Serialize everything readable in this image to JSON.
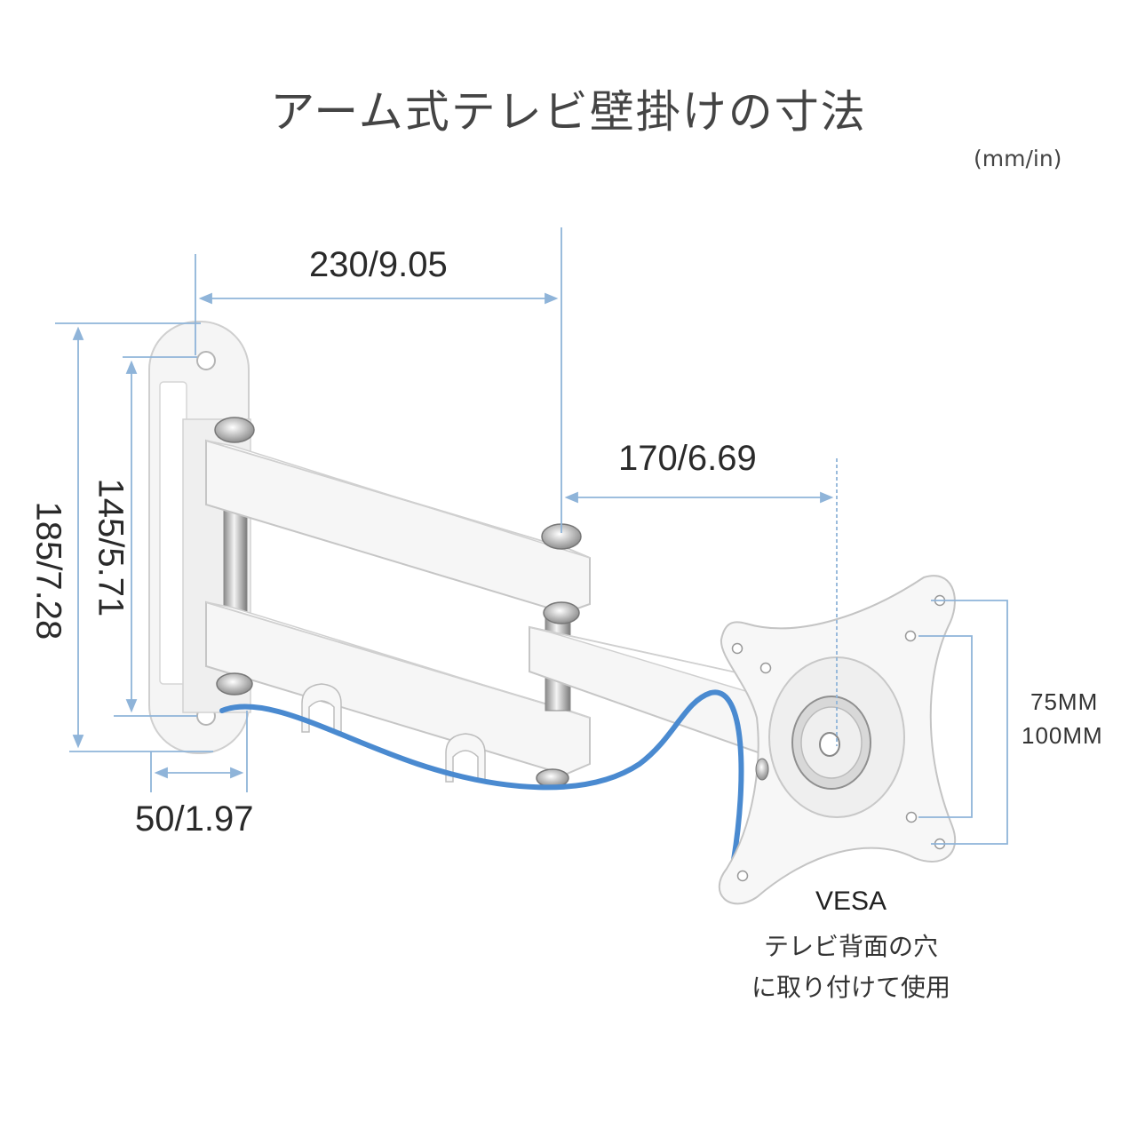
{
  "title": "アーム式テレビ壁掛けの寸法",
  "unit_note": "(mm/in)",
  "dimensions": {
    "total_reach": "230/9.05",
    "second_arm": "170/6.69",
    "plate_height": "185/7.28",
    "hole_spacing": "145/5.71",
    "plate_depth": "50/1.97"
  },
  "vesa": {
    "sizes": [
      "75MM",
      "100MM"
    ],
    "label": "VESA",
    "note_lines": [
      "テレビ背面の穴",
      "に取り付けて使用"
    ]
  },
  "colors": {
    "dimension_line": "#8fb4d9",
    "cable": "#4a8ad0",
    "mount_body": "#f4f4f4",
    "outline": "#c8c8c8"
  }
}
